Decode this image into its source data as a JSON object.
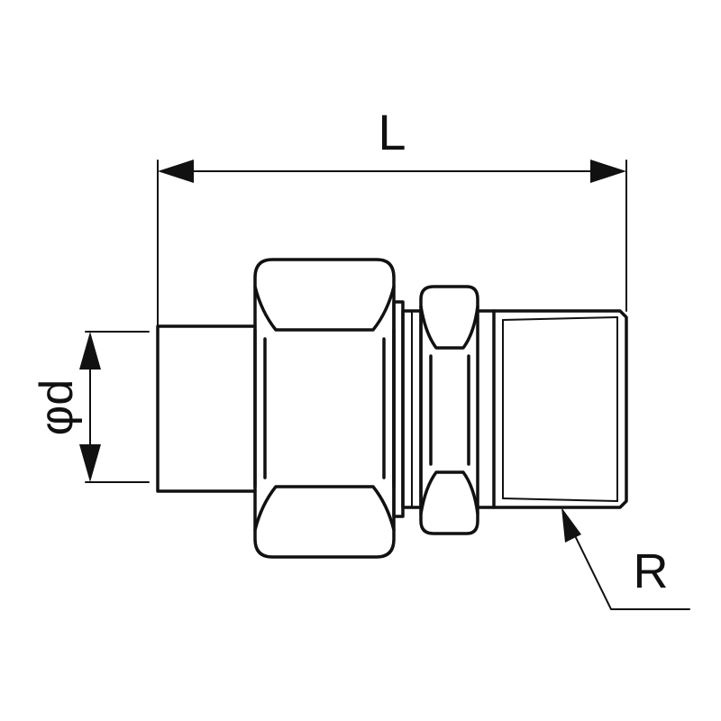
{
  "labels": {
    "length": "L",
    "diameter": "φd",
    "thread": "R"
  },
  "colors": {
    "line": "#111111",
    "background": "#ffffff"
  }
}
